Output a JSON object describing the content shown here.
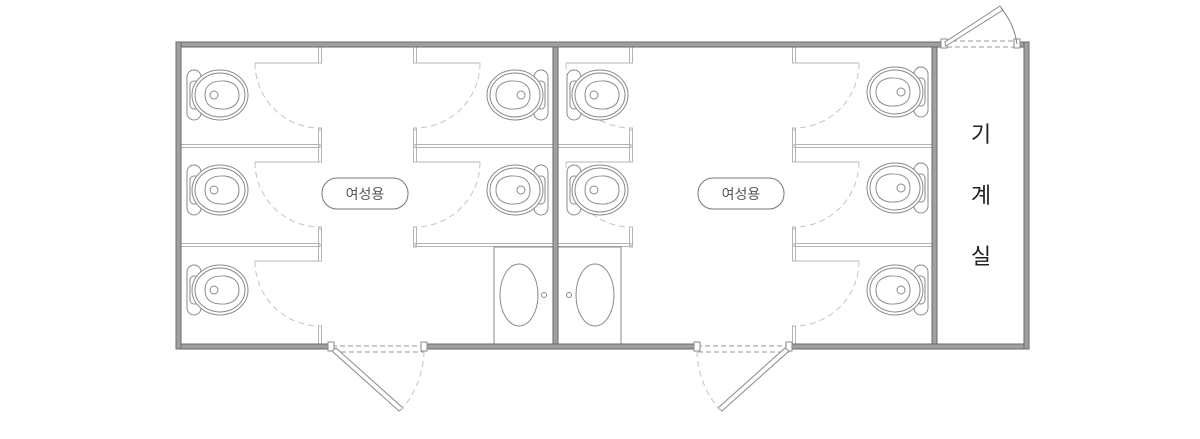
{
  "rooms": [
    {
      "label": "여성용"
    },
    {
      "label": "여성용"
    }
  ],
  "machine_room": {
    "chars": [
      "기",
      "계",
      "실"
    ]
  },
  "colors": {
    "wall": "#a0a0a0",
    "line": "#b4b4b4",
    "text": "#222222"
  }
}
